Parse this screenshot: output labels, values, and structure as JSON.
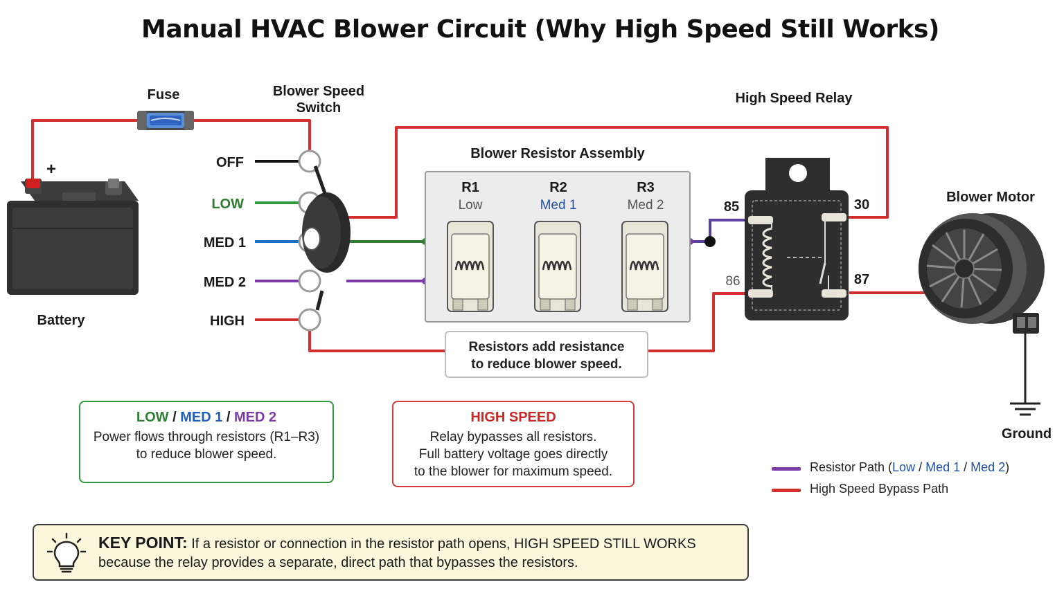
{
  "title": "Manual HVAC Blower Circuit (Why High Speed Still Works)",
  "labels": {
    "fuse": "Fuse",
    "switch_line1": "Blower Speed",
    "switch_line2": "Switch",
    "relay": "High Speed Relay",
    "resistor_assembly": "Blower Resistor Assembly",
    "battery": "Battery",
    "battery_plus": "+",
    "motor": "Blower Motor",
    "ground": "Ground"
  },
  "switch_positions": [
    {
      "label": "OFF",
      "color": "#1a1a1a"
    },
    {
      "label": "LOW",
      "color": "#2e7d32"
    },
    {
      "label": "MED 1",
      "color": "#1a1a1a"
    },
    {
      "label": "MED 2",
      "color": "#1a1a1a"
    },
    {
      "label": "HIGH",
      "color": "#1a1a1a"
    }
  ],
  "resistors": [
    {
      "id": "R1",
      "name": "Low",
      "name_color": "#555555"
    },
    {
      "id": "R2",
      "name": "Med 1",
      "name_color": "#1f4fa8"
    },
    {
      "id": "R3",
      "name": "Med 2",
      "name_color": "#555555"
    }
  ],
  "relay_pins": {
    "p85": "85",
    "p86": "86",
    "p30": "30",
    "p87": "87"
  },
  "resistor_note": {
    "line1": "Resistors add resistance",
    "line2": "to reduce blower speed."
  },
  "info_low": {
    "head_low": "LOW",
    "sep": " / ",
    "head_med1": "MED 1",
    "head_med2": "MED 2",
    "line1": "Power flows through resistors (R1–R3)",
    "line2": "to reduce blower speed."
  },
  "info_high": {
    "head": "HIGH SPEED",
    "line1": "Relay bypasses all resistors.",
    "line2": "Full battery voltage goes directly",
    "line3": "to the blower for maximum speed."
  },
  "legend": {
    "resistor_prefix": "Resistor Path (",
    "low": "Low",
    "sep": " / ",
    "med1": "Med 1",
    "med2": "Med 2",
    "suffix": ")",
    "high": "High Speed Bypass Path"
  },
  "key_point": {
    "label": "KEY POINT:",
    "line1": "If a resistor or connection in the resistor path opens, HIGH SPEED STILL WORKS",
    "line2": "because the relay provides a separate, direct path that bypasses the resistors."
  },
  "colors": {
    "power_red": "#d32f2f",
    "low_green": "#2e7d32",
    "med1_blue": "#1f6fc0",
    "med2_purple": "#7b3aa8",
    "keypoint_bg": "#fbf6dc"
  }
}
